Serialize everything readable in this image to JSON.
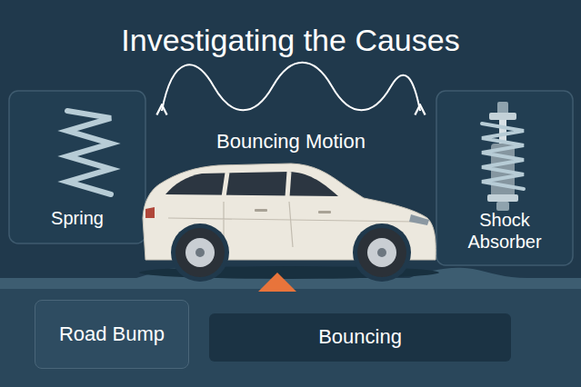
{
  "diagram": {
    "title": "Investigating the Causes",
    "nodes": [
      {
        "text": [
          "Spring"
        ]
      },
      {
        "text": [
          "Shock Absorber"
        ]
      },
      {
        "text": [
          "Road Bump"
        ]
      },
      {
        "text": [
          "Bouncing"
        ]
      }
    ],
    "labels": [
      "Bouncing Motion"
    ]
  }
}
